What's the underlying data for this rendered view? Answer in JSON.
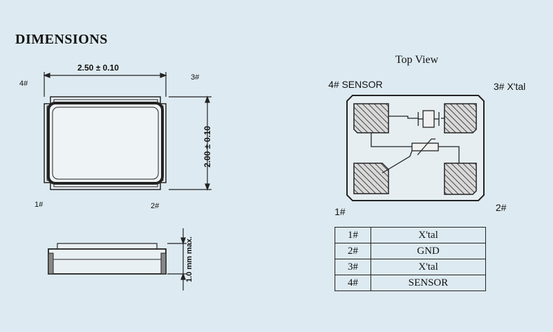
{
  "title": "DIMENSIONS",
  "top_view_title": "Top View",
  "outline": {
    "width_dim": "2.50 ± 0.10",
    "height_dim": "2.00 ± 0.10",
    "thickness_dim": "1.0 mm max.",
    "corner_labels": {
      "tl": "4#",
      "tr": "3#",
      "bl": "1#",
      "br": "2#"
    }
  },
  "top_view": {
    "pin_labels": {
      "tl": "4# SENSOR",
      "tr": "3# X'tal",
      "bl": "1#",
      "br": "2#"
    }
  },
  "pin_table": [
    {
      "pin": "1#",
      "function": "X'tal"
    },
    {
      "pin": "2#",
      "function": "GND"
    },
    {
      "pin": "3#",
      "function": "X'tal"
    },
    {
      "pin": "4#",
      "function": "SENSOR"
    }
  ],
  "colors": {
    "background": "#ddeaf1",
    "line": "#222222",
    "hatch": "#444444"
  }
}
